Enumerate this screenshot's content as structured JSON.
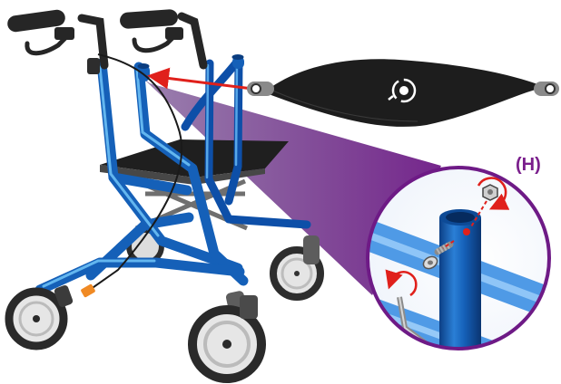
{
  "diagram": {
    "step_label": "(H)",
    "parts": {
      "rollator": "rollator-walker",
      "backrest": "backrest-strap",
      "detail": "detail-zoom-circle"
    },
    "icons": {
      "logo": "circular-logo-icon",
      "bolt": "bolt-icon",
      "nut": "nut-icon",
      "hex_key": "hex-key-icon",
      "rotate_arrow": "rotate-arrow-icon"
    },
    "colors": {
      "frame_blue": "#1560b8",
      "frame_highlight": "#5fb0ee",
      "accent_purple": "#6e1a86",
      "arrow_red": "#e0201b",
      "grip_black": "#222222",
      "tire_dark": "#333333"
    }
  }
}
